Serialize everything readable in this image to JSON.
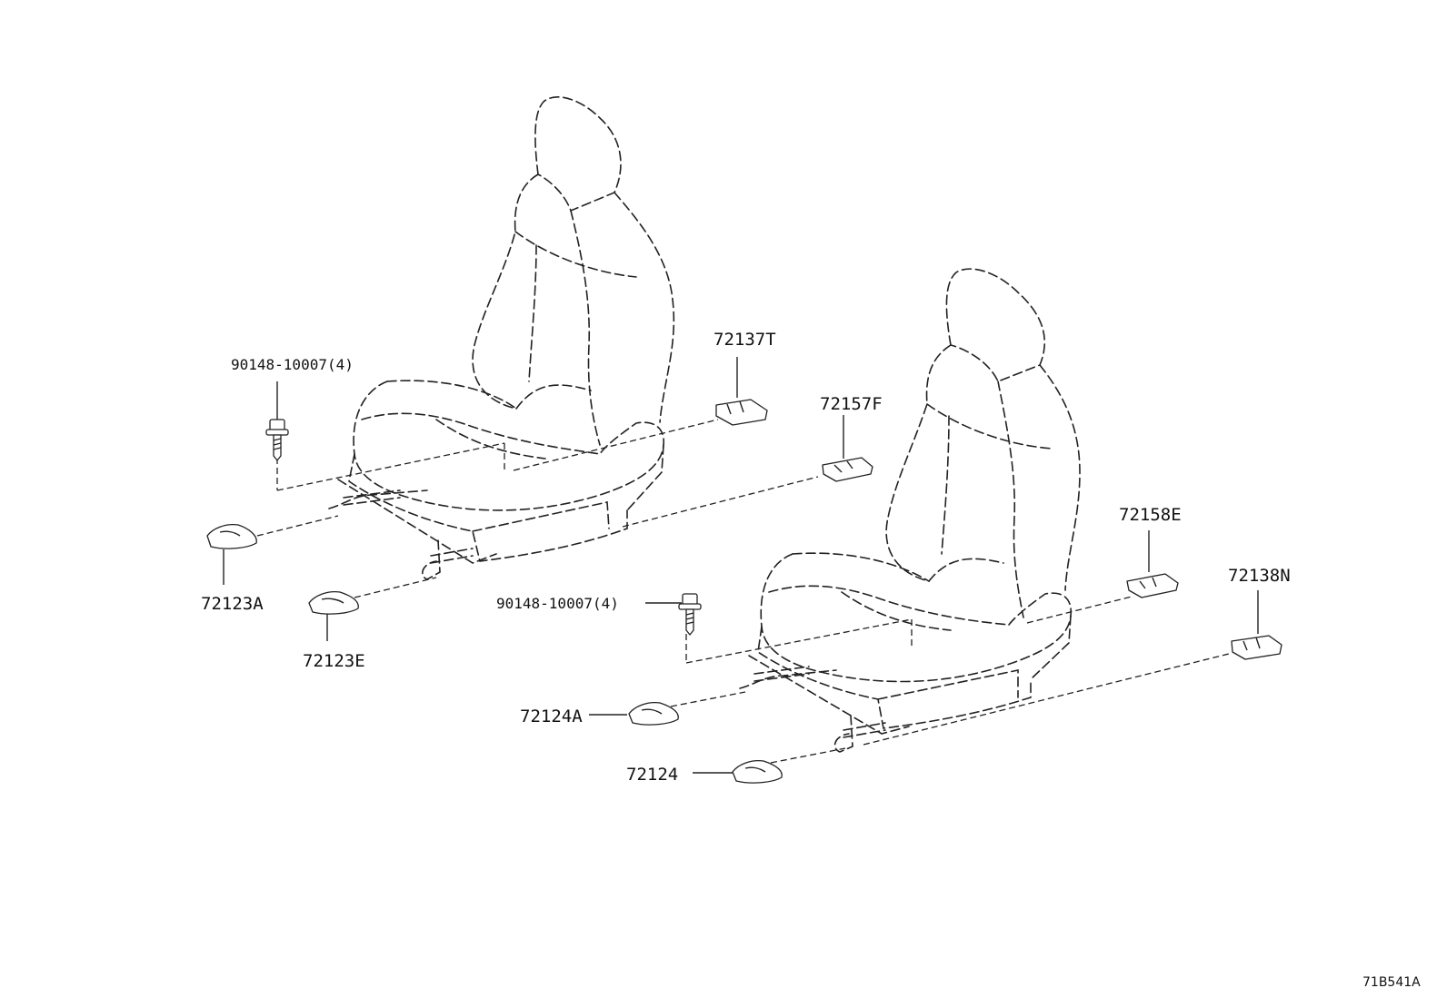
{
  "labels": {
    "left_bolt": "90148-10007(4)",
    "left_cover_72137T": "72137T",
    "left_cover_72157F": "72157F",
    "left_cover_72123A": "72123A",
    "left_cover_72123E": "72123E",
    "right_bolt": "90148-10007(4)",
    "right_cover_72158E": "72158E",
    "right_cover_72138N": "72138N",
    "right_cover_72124A": "72124A",
    "right_cover_72124": "72124"
  },
  "diagram_code": "71B541A"
}
